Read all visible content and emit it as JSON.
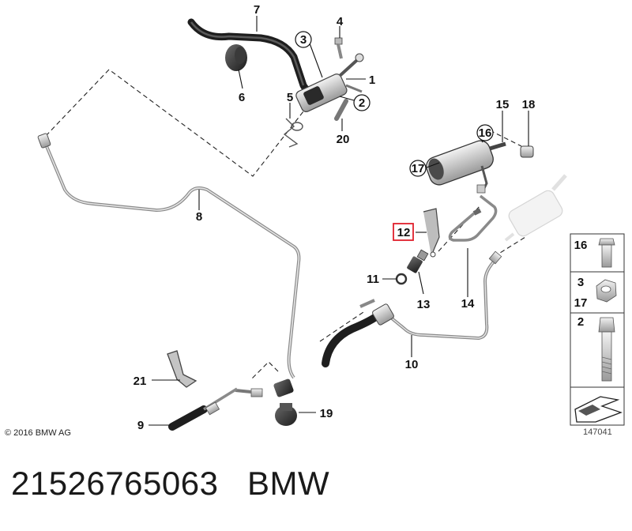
{
  "diagram": {
    "parts": {
      "p1": "1",
      "p2": "2",
      "p3": "3",
      "p4": "4",
      "p5": "5",
      "p6": "6",
      "p7": "7",
      "p8": "8",
      "p9": "9",
      "p10": "10",
      "p11": "11",
      "p12": "12",
      "p13": "13",
      "p14": "14",
      "p15": "15",
      "p16": "16",
      "p17": "17",
      "p18": "18",
      "p19": "19",
      "p20": "20",
      "p21": "21"
    },
    "highlighted_part": "12",
    "highlight_color": "#e0202c",
    "legend": {
      "row1": "16",
      "row2a": "3",
      "row2b": "17",
      "row3": "2"
    },
    "copyright": "© 2016 BMW AG",
    "diagram_id": "147041"
  },
  "caption": {
    "part_number": "21526765063",
    "brand": "BMW"
  }
}
